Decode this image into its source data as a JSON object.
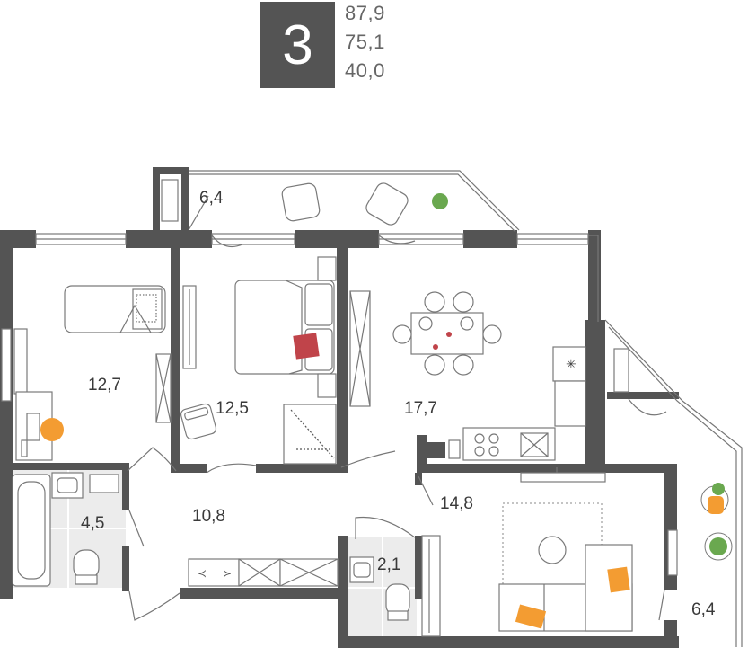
{
  "header": {
    "rooms_count": "3",
    "areas": [
      "87,9",
      "75,1",
      "40,0"
    ]
  },
  "rooms": {
    "balcony_top": "6,4",
    "bedroom_left": "12,7",
    "bedroom_center": "12,5",
    "kitchen_living": "17,7",
    "bathroom": "4,5",
    "hall": "10,8",
    "living": "14,8",
    "wc": "2,1",
    "balcony_right": "6,4"
  },
  "colors": {
    "wall": "#545454",
    "accent_orange": "#f39c32",
    "accent_red": "#c0444a",
    "plant_green": "#6aa84f"
  }
}
